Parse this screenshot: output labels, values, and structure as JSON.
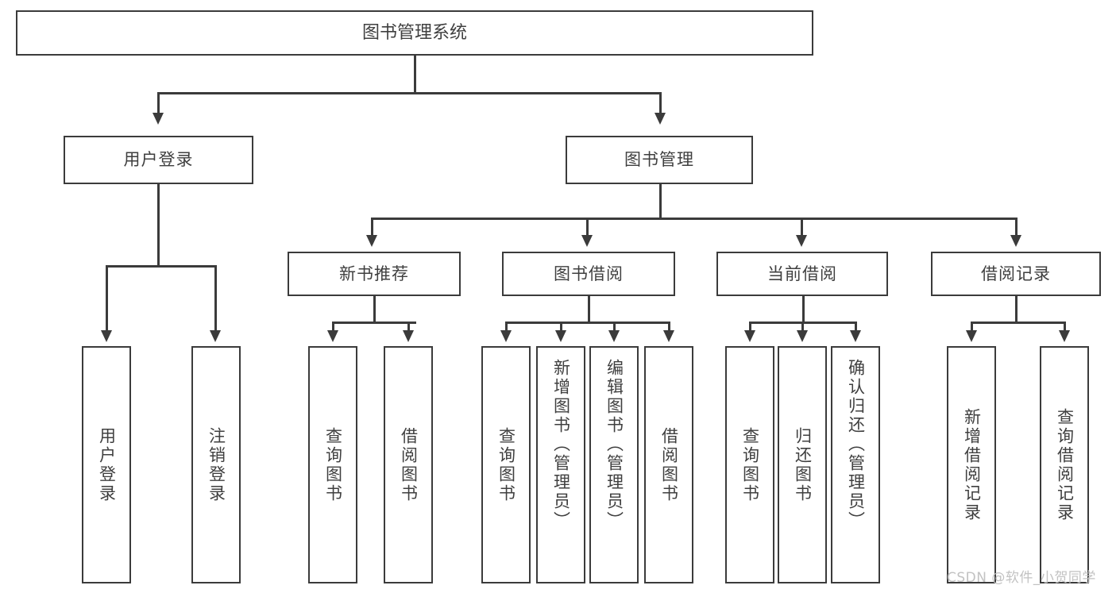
{
  "diagram": {
    "title": "图书管理系统",
    "type": "功能结构图",
    "style": {
      "border_color": "#3b3b3b",
      "fill_color": "#ffffff",
      "text_color": "#3f3f3f",
      "background": "#ffffff",
      "watermark_color": "#c2c2c2"
    },
    "root": {
      "label": "图书管理系统"
    },
    "level1": [
      {
        "label": "用户登录"
      },
      {
        "label": "图书管理"
      }
    ],
    "level2": [
      {
        "label": "新书推荐"
      },
      {
        "label": "图书借阅"
      },
      {
        "label": "当前借阅"
      },
      {
        "label": "借阅记录"
      }
    ],
    "leaves": {
      "user_login": [
        {
          "label": "用户登录"
        },
        {
          "label": "注销登录"
        }
      ],
      "new_book": [
        {
          "label": "查询图书"
        },
        {
          "label": "借阅图书"
        }
      ],
      "book_borrow": [
        {
          "label": "查询图书"
        },
        {
          "label": "新增图书（管理员）"
        },
        {
          "label": "编辑图书（管理员）"
        },
        {
          "label": "借阅图书"
        }
      ],
      "current_borrow": [
        {
          "label": "查询图书"
        },
        {
          "label": "归还图书"
        },
        {
          "label": "确认归还（管理员）"
        }
      ],
      "borrow_record": [
        {
          "label": "新增借阅记录"
        },
        {
          "label": "查询借阅记录"
        }
      ]
    },
    "watermark": "CSDN @软件_小贺同学"
  }
}
